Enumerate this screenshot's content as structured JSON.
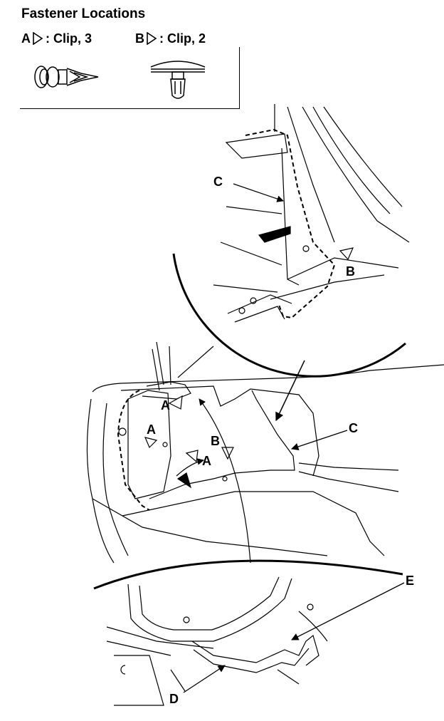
{
  "title": "Fastener Locations",
  "legend": [
    {
      "letter": "A",
      "text": ": Clip, 3"
    },
    {
      "letter": "B",
      "text": ": Clip, 2"
    }
  ],
  "callouts": {
    "c_top": "C",
    "b_top": "B",
    "a_1": "A",
    "a_2": "A",
    "a_3": "A",
    "b_mid": "B",
    "c_mid": "C",
    "e": "E",
    "d": "D"
  }
}
